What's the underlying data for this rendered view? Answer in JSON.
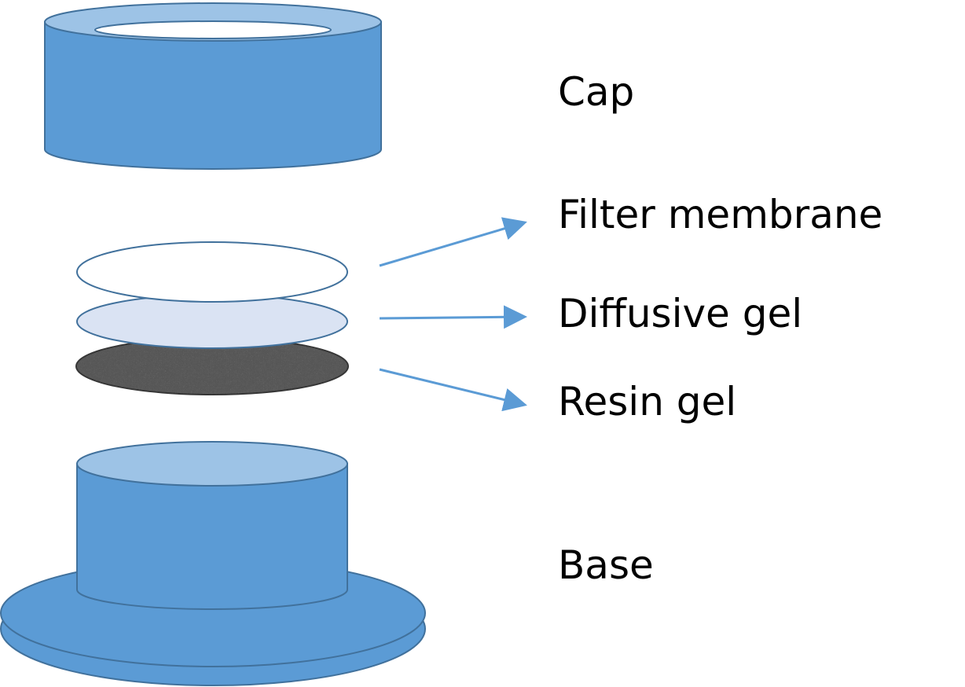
{
  "labels": {
    "cap": "Cap",
    "filter_membrane": "Filter membrane",
    "diffusive_gel": "Diffusive gel",
    "resin_gel": "Resin gel",
    "base": "Base"
  },
  "colors": {
    "body_blue": "#5b9bd5",
    "top_blue": "#9dc3e6",
    "outline": "#41719c",
    "diffusive_fill": "#dae3f3",
    "resin_fill": "#555555",
    "arrow": "#5b9bd5"
  }
}
